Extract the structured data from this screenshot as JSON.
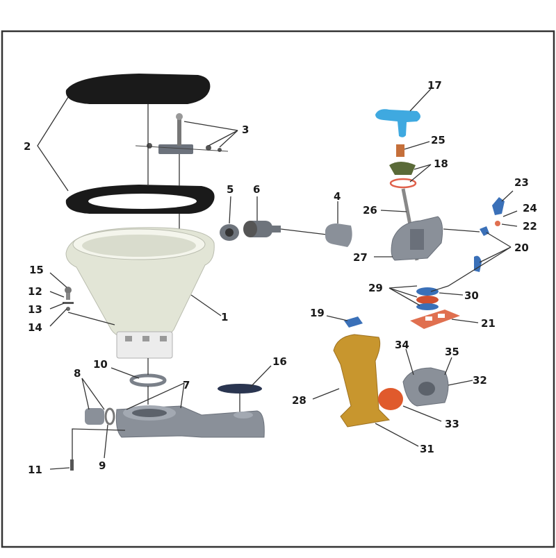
{
  "labels": {
    "l1": "1",
    "l2": "2",
    "l3": "3",
    "l4": "4",
    "l5": "5",
    "l6": "6",
    "l7": "7",
    "l8": "8",
    "l9": "9",
    "l10": "10",
    "l11": "11",
    "l12": "12",
    "l13": "13",
    "l14": "14",
    "l15": "15",
    "l16": "16",
    "l17": "17",
    "l18": "18",
    "l19": "19",
    "l20": "20",
    "l21": "21",
    "l22": "22",
    "l23": "23",
    "l24": "24",
    "l25": "25",
    "l26": "26",
    "l27": "27",
    "l28": "28",
    "l29": "29",
    "l30": "30",
    "l31": "31",
    "l32": "32",
    "l33": "33",
    "l34": "34",
    "l35": "35"
  },
  "colors": {
    "frame": "#333333",
    "seat": "#1a1a1a",
    "bowl": "#e8eadc",
    "base": "#8a9099",
    "handle": "#3fa9e0",
    "pump": "#c8962e",
    "gasket": "#e07050",
    "valve": "#707682"
  }
}
